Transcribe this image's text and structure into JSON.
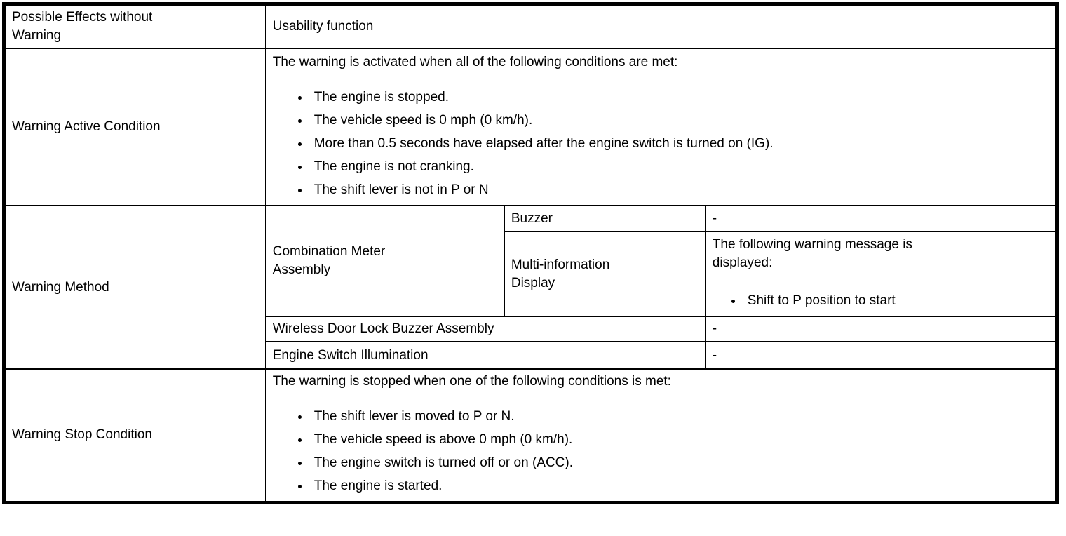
{
  "table": {
    "header": {
      "label": "Possible Effects without\nWarning",
      "value": "Usability function"
    },
    "active": {
      "label": "Warning Active Condition",
      "intro": "The warning is activated when all of the following conditions are met:",
      "bullets": [
        "The engine is stopped.",
        "The vehicle speed is 0 mph (0 km/h).",
        "More than 0.5 seconds have elapsed after the engine switch is turned on (IG).",
        "The engine is not cranking.",
        "The shift lever is not in P or N"
      ]
    },
    "method": {
      "label": "Warning Method",
      "combination_meter": {
        "label": "Combination Meter\nAssembly",
        "buzzer": {
          "label": "Buzzer",
          "value": "-"
        },
        "multi_information_display": {
          "label": "Multi-information\nDisplay",
          "intro": "The following warning message is\ndisplayed:",
          "bullets": [
            "Shift to P position to start"
          ]
        }
      },
      "wireless_door_lock_buzzer": {
        "label": "Wireless Door Lock Buzzer Assembly",
        "value": "-"
      },
      "engine_switch_illumination": {
        "label": "Engine Switch Illumination",
        "value": "-"
      }
    },
    "stop": {
      "label": "Warning Stop Condition",
      "intro": "The warning is stopped when one of the following conditions is met:",
      "bullets": [
        "The shift lever is moved to P or N.",
        "The vehicle speed is above 0 mph (0 km/h).",
        "The engine switch is turned off or on (ACC).",
        "The engine is started."
      ]
    }
  }
}
